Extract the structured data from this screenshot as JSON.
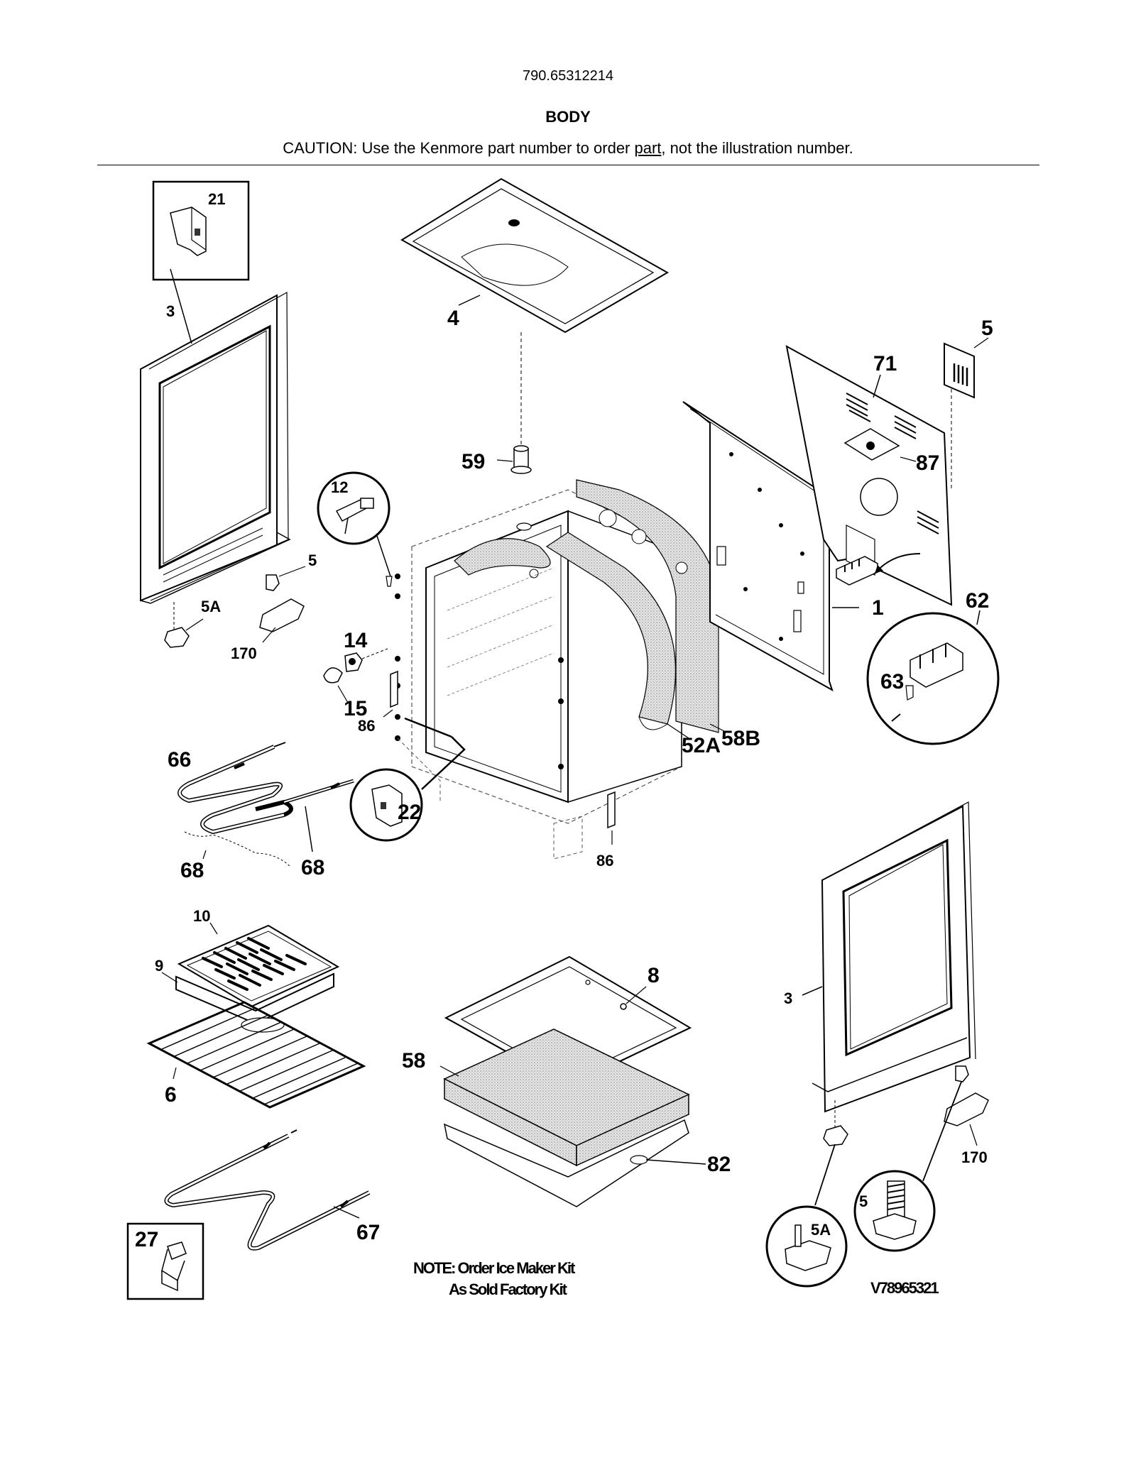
{
  "header": {
    "model_number": "790.65312214",
    "section_title": "BODY",
    "caution_before": "CAUTION: Use the Kenmore part number to order ",
    "caution_underlined": "part",
    "caution_after": ", not the illustration number."
  },
  "labels": {
    "p21": "21",
    "p3_left": "3",
    "p4": "4",
    "p5_top": "5",
    "p71": "71",
    "p87": "87",
    "p59": "59",
    "p12": "12",
    "p5_left": "5",
    "p5A_left": "5A",
    "p170_left": "170",
    "p1": "1",
    "p62": "62",
    "p63": "63",
    "p14": "14",
    "p15": "15",
    "p86_left": "86",
    "p52A": "52A",
    "p58B": "58B",
    "p66": "66",
    "p22": "22",
    "p68_left": "68",
    "p68_right": "68",
    "p86_right": "86",
    "p10": "10",
    "p9": "9",
    "p6": "6",
    "p8": "8",
    "p58": "58",
    "p3_right": "3",
    "p82": "82",
    "p170_right": "170",
    "p5_circle": "5",
    "p5A_circle": "5A",
    "p67": "67",
    "p27": "27"
  },
  "notes": {
    "line1": "NOTE: Order Ice Maker Kit",
    "line2": "As Sold Factory Kit",
    "drawing_id": "V78965321"
  }
}
